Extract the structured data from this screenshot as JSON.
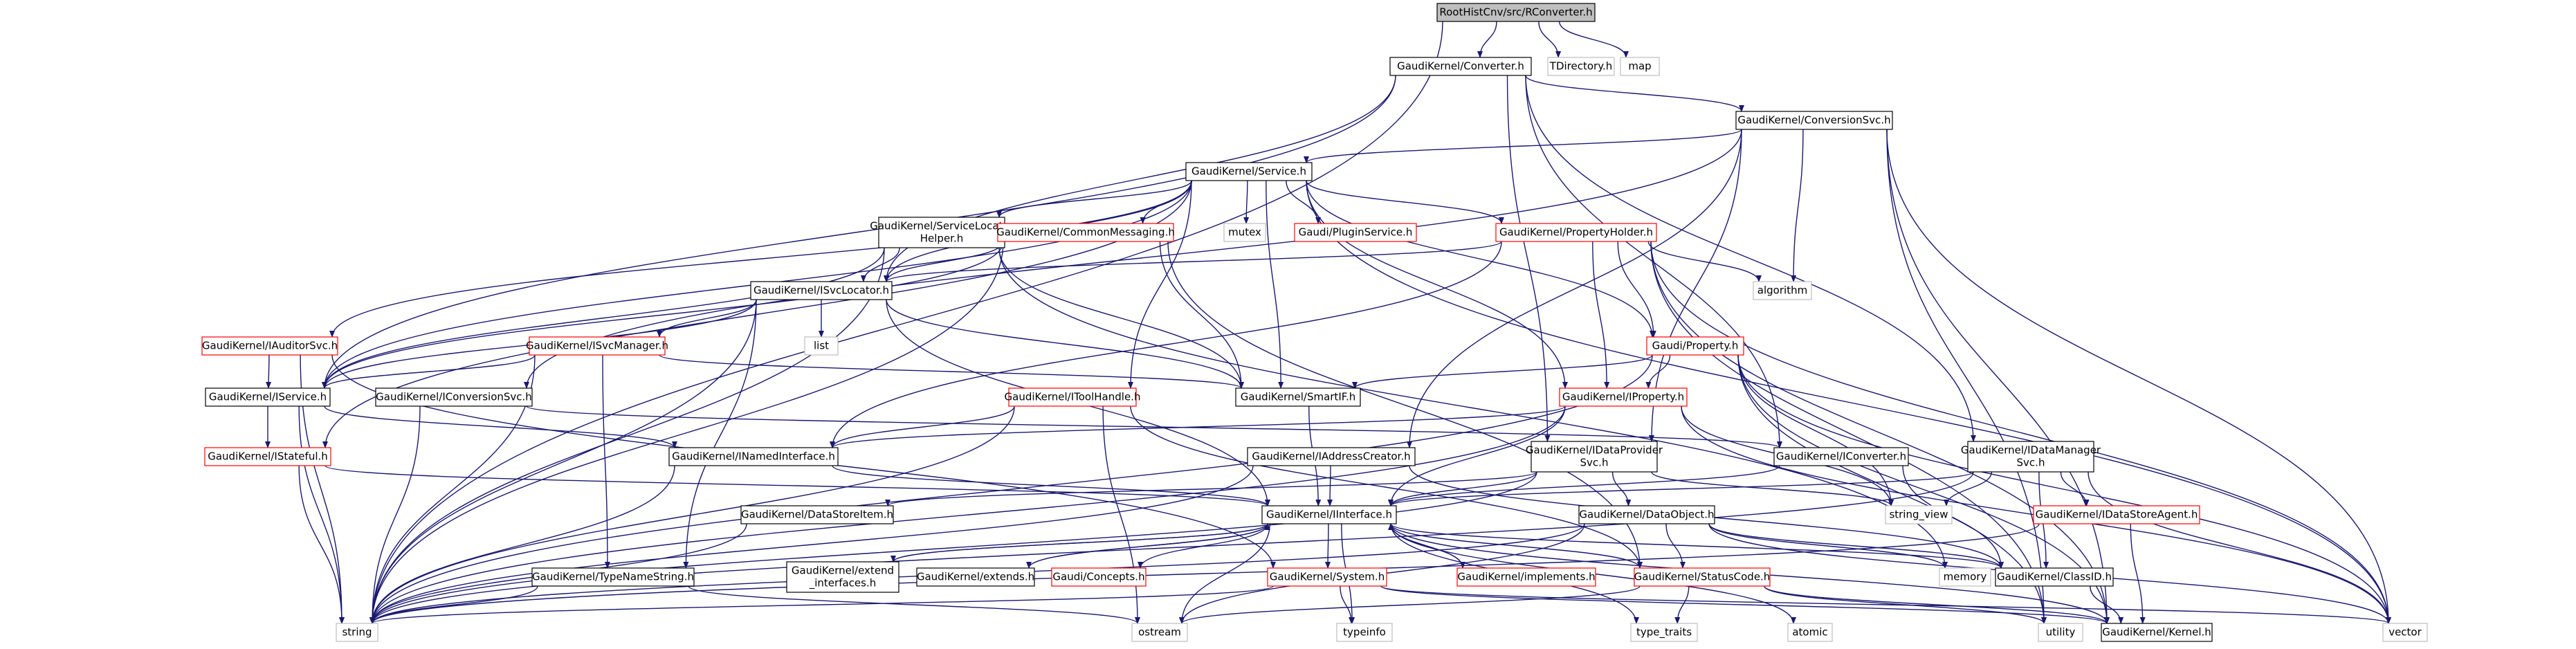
{
  "colors": {
    "edge": "#191970",
    "root_fill": "#bfbfbf",
    "node_fill": "#ffffff",
    "border_default": "#000000",
    "border_partial": "#ff0000",
    "border_external": "#bfbfbf",
    "text": "#000000"
  },
  "nodes": [
    {
      "id": "root",
      "label": "RootHistCnv/src/RConverter.h",
      "kind": "root"
    },
    {
      "id": "converter",
      "label": "GaudiKernel/Converter.h",
      "kind": "normal"
    },
    {
      "id": "tdirectory",
      "label": "TDirectory.h",
      "kind": "external"
    },
    {
      "id": "map",
      "label": "map",
      "kind": "external"
    },
    {
      "id": "conversionsvc",
      "label": "GaudiKernel/ConversionSvc.h",
      "kind": "normal"
    },
    {
      "id": "service",
      "label": "GaudiKernel/Service.h",
      "kind": "normal"
    },
    {
      "id": "servicelocatorhelper",
      "label": "GaudiKernel/ServiceLocator\nHelper.h",
      "kind": "normal"
    },
    {
      "id": "commonmessaging",
      "label": "GaudiKernel/CommonMessaging.h",
      "kind": "partial"
    },
    {
      "id": "mutex",
      "label": "mutex",
      "kind": "external"
    },
    {
      "id": "pluginservice",
      "label": "Gaudi/PluginService.h",
      "kind": "partial"
    },
    {
      "id": "propertyholder",
      "label": "GaudiKernel/PropertyHolder.h",
      "kind": "partial"
    },
    {
      "id": "algorithm",
      "label": "algorithm",
      "kind": "external"
    },
    {
      "id": "isvclocator",
      "label": "GaudiKernel/ISvcLocator.h",
      "kind": "normal"
    },
    {
      "id": "list",
      "label": "list",
      "kind": "external"
    },
    {
      "id": "iauditorsvc",
      "label": "GaudiKernel/IAuditorSvc.h",
      "kind": "partial"
    },
    {
      "id": "isvcmanager",
      "label": "GaudiKernel/ISvcManager.h",
      "kind": "partial"
    },
    {
      "id": "gaudiproperty",
      "label": "Gaudi/Property.h",
      "kind": "partial"
    },
    {
      "id": "iservice",
      "label": "GaudiKernel/IService.h",
      "kind": "normal"
    },
    {
      "id": "iconversionsvc",
      "label": "GaudiKernel/IConversionSvc.h",
      "kind": "normal"
    },
    {
      "id": "itoolhandle",
      "label": "GaudiKernel/IToolHandle.h",
      "kind": "partial"
    },
    {
      "id": "smartif",
      "label": "GaudiKernel/SmartIF.h",
      "kind": "normal"
    },
    {
      "id": "iproperty",
      "label": "GaudiKernel/IProperty.h",
      "kind": "partial"
    },
    {
      "id": "istateful",
      "label": "GaudiKernel/IStateful.h",
      "kind": "partial"
    },
    {
      "id": "inamedinterface",
      "label": "GaudiKernel/INamedInterface.h",
      "kind": "normal"
    },
    {
      "id": "iaddresscreator",
      "label": "GaudiKernel/IAddressCreator.h",
      "kind": "normal"
    },
    {
      "id": "idataprovidersvc",
      "label": "GaudiKernel/IDataProvider\nSvc.h",
      "kind": "normal"
    },
    {
      "id": "iconverter",
      "label": "GaudiKernel/IConverter.h",
      "kind": "normal"
    },
    {
      "id": "idatamanagersvc",
      "label": "GaudiKernel/IDataManager\nSvc.h",
      "kind": "normal"
    },
    {
      "id": "datastoreitem",
      "label": "GaudiKernel/DataStoreItem.h",
      "kind": "normal"
    },
    {
      "id": "iinterface",
      "label": "GaudiKernel/IInterface.h",
      "kind": "normal"
    },
    {
      "id": "dataobject",
      "label": "GaudiKernel/DataObject.h",
      "kind": "normal"
    },
    {
      "id": "string_view",
      "label": "string_view",
      "kind": "external"
    },
    {
      "id": "idatastoreagent",
      "label": "GaudiKernel/IDataStoreAgent.h",
      "kind": "partial"
    },
    {
      "id": "typenamestring",
      "label": "GaudiKernel/TypeNameString.h",
      "kind": "normal"
    },
    {
      "id": "extend_interfaces",
      "label": "GaudiKernel/extend\n_interfaces.h",
      "kind": "normal"
    },
    {
      "id": "extends",
      "label": "GaudiKernel/extends.h",
      "kind": "normal"
    },
    {
      "id": "concepts",
      "label": "Gaudi/Concepts.h",
      "kind": "partial"
    },
    {
      "id": "system",
      "label": "GaudiKernel/System.h",
      "kind": "partial"
    },
    {
      "id": "implements",
      "label": "GaudiKernel/implements.h",
      "kind": "partial"
    },
    {
      "id": "statuscode",
      "label": "GaudiKernel/StatusCode.h",
      "kind": "partial"
    },
    {
      "id": "memory",
      "label": "memory",
      "kind": "external"
    },
    {
      "id": "classid",
      "label": "GaudiKernel/ClassID.h",
      "kind": "normal"
    },
    {
      "id": "string",
      "label": "string",
      "kind": "external"
    },
    {
      "id": "ostream",
      "label": "ostream",
      "kind": "external"
    },
    {
      "id": "typeinfo",
      "label": "typeinfo",
      "kind": "external"
    },
    {
      "id": "type_traits",
      "label": "type_traits",
      "kind": "external"
    },
    {
      "id": "atomic",
      "label": "atomic",
      "kind": "external"
    },
    {
      "id": "utility",
      "label": "utility",
      "kind": "external"
    },
    {
      "id": "kernel",
      "label": "GaudiKernel/Kernel.h",
      "kind": "normal"
    },
    {
      "id": "vector",
      "label": "vector",
      "kind": "external"
    }
  ],
  "edges": [
    [
      "root",
      "converter"
    ],
    [
      "root",
      "tdirectory"
    ],
    [
      "root",
      "map"
    ],
    [
      "root",
      "string"
    ],
    [
      "converter",
      "conversionsvc"
    ],
    [
      "converter",
      "isvclocator"
    ],
    [
      "converter",
      "iservice"
    ],
    [
      "converter",
      "idataprovidersvc"
    ],
    [
      "converter",
      "iconverter"
    ],
    [
      "converter",
      "idatamanagersvc"
    ],
    [
      "conversionsvc",
      "service"
    ],
    [
      "conversionsvc",
      "iaddresscreator"
    ],
    [
      "conversionsvc",
      "idataprovidersvc"
    ],
    [
      "conversionsvc",
      "iconversionsvc"
    ],
    [
      "conversionsvc",
      "algorithm"
    ],
    [
      "conversionsvc",
      "utility"
    ],
    [
      "conversionsvc",
      "kernel"
    ],
    [
      "conversionsvc",
      "vector"
    ],
    [
      "service",
      "servicelocatorhelper"
    ],
    [
      "service",
      "commonmessaging"
    ],
    [
      "service",
      "mutex"
    ],
    [
      "service",
      "pluginservice"
    ],
    [
      "service",
      "propertyholder"
    ],
    [
      "service",
      "gaudiproperty"
    ],
    [
      "service",
      "iauditorsvc"
    ],
    [
      "service",
      "isvclocator"
    ],
    [
      "service",
      "iservice"
    ],
    [
      "service",
      "istateful"
    ],
    [
      "service",
      "smartif"
    ],
    [
      "service",
      "iproperty"
    ],
    [
      "service",
      "itoolhandle"
    ],
    [
      "service",
      "vector"
    ],
    [
      "servicelocatorhelper",
      "isvclocator"
    ],
    [
      "servicelocatorhelper",
      "iservice"
    ],
    [
      "servicelocatorhelper",
      "smartif"
    ],
    [
      "servicelocatorhelper",
      "string"
    ],
    [
      "servicelocatorhelper",
      "memory"
    ],
    [
      "commonmessaging",
      "isvclocator"
    ],
    [
      "commonmessaging",
      "smartif"
    ],
    [
      "commonmessaging",
      "iservice"
    ],
    [
      "commonmessaging",
      "string"
    ],
    [
      "commonmessaging",
      "statuscode"
    ],
    [
      "propertyholder",
      "isvclocator"
    ],
    [
      "propertyholder",
      "inamedinterface"
    ],
    [
      "propertyholder",
      "iproperty"
    ],
    [
      "propertyholder",
      "gaudiproperty"
    ],
    [
      "propertyholder",
      "algorithm"
    ],
    [
      "propertyholder",
      "utility"
    ],
    [
      "propertyholder",
      "kernel"
    ],
    [
      "propertyholder",
      "vector"
    ],
    [
      "isvclocator",
      "list"
    ],
    [
      "isvclocator",
      "isvcmanager"
    ],
    [
      "isvclocator",
      "iservice"
    ],
    [
      "isvclocator",
      "smartif"
    ],
    [
      "isvclocator",
      "iinterface"
    ],
    [
      "isvclocator",
      "typenamestring"
    ],
    [
      "isvclocator",
      "string"
    ],
    [
      "iauditorsvc",
      "iservice"
    ],
    [
      "iauditorsvc",
      "string"
    ],
    [
      "iauditorsvc",
      "system"
    ],
    [
      "isvcmanager",
      "iservice"
    ],
    [
      "isvcmanager",
      "smartif"
    ],
    [
      "isvcmanager",
      "typenamestring"
    ],
    [
      "isvcmanager",
      "string"
    ],
    [
      "gaudiproperty",
      "iproperty"
    ],
    [
      "gaudiproperty",
      "smartif"
    ],
    [
      "gaudiproperty",
      "string_view"
    ],
    [
      "gaudiproperty",
      "string"
    ],
    [
      "gaudiproperty",
      "utility"
    ],
    [
      "gaudiproperty",
      "vector"
    ],
    [
      "gaudiproperty",
      "kernel"
    ],
    [
      "iservice",
      "istateful"
    ],
    [
      "iservice",
      "inamedinterface"
    ],
    [
      "iservice",
      "string"
    ],
    [
      "iconversionsvc",
      "iconverter"
    ],
    [
      "iconversionsvc",
      "string"
    ],
    [
      "itoolhandle",
      "inamedinterface"
    ],
    [
      "itoolhandle",
      "statuscode"
    ],
    [
      "itoolhandle",
      "string"
    ],
    [
      "itoolhandle",
      "ostream"
    ],
    [
      "smartif",
      "iinterface"
    ],
    [
      "iproperty",
      "inamedinterface"
    ],
    [
      "iproperty",
      "iinterface"
    ],
    [
      "iproperty",
      "string_view"
    ],
    [
      "iproperty",
      "vector"
    ],
    [
      "iproperty",
      "string"
    ],
    [
      "istateful",
      "iinterface"
    ],
    [
      "istateful",
      "string"
    ],
    [
      "inamedinterface",
      "iinterface"
    ],
    [
      "inamedinterface",
      "string"
    ],
    [
      "iaddresscreator",
      "iinterface"
    ],
    [
      "iaddresscreator",
      "classid"
    ],
    [
      "iaddresscreator",
      "string"
    ],
    [
      "idataprovidersvc",
      "iinterface"
    ],
    [
      "idataprovidersvc",
      "datastoreitem"
    ],
    [
      "idataprovidersvc",
      "dataobject"
    ],
    [
      "idataprovidersvc",
      "string_view"
    ],
    [
      "idataprovidersvc",
      "string"
    ],
    [
      "iconverter",
      "iinterface"
    ],
    [
      "iconverter",
      "classid"
    ],
    [
      "idatamanagersvc",
      "iinterface"
    ],
    [
      "idatamanagersvc",
      "idatastoreagent"
    ],
    [
      "idatamanagersvc",
      "classid"
    ],
    [
      "idatamanagersvc",
      "string_view"
    ],
    [
      "idatamanagersvc",
      "string"
    ],
    [
      "idatamanagersvc",
      "vector"
    ],
    [
      "datastoreitem",
      "string"
    ],
    [
      "iinterface",
      "extend_interfaces"
    ],
    [
      "iinterface",
      "extends"
    ],
    [
      "iinterface",
      "concepts"
    ],
    [
      "iinterface",
      "system"
    ],
    [
      "iinterface",
      "implements"
    ],
    [
      "iinterface",
      "statuscode"
    ],
    [
      "iinterface",
      "kernel"
    ],
    [
      "iinterface",
      "ostream"
    ],
    [
      "iinterface",
      "typeinfo"
    ],
    [
      "iinterface",
      "type_traits"
    ],
    [
      "iinterface",
      "atomic"
    ],
    [
      "iinterface",
      "classid"
    ],
    [
      "dataobject",
      "classid"
    ],
    [
      "dataobject",
      "statuscode"
    ],
    [
      "dataobject",
      "memory"
    ],
    [
      "dataobject",
      "string"
    ],
    [
      "dataobject",
      "vector"
    ],
    [
      "dataobject",
      "ostream"
    ],
    [
      "idatastoreagent",
      "kernel"
    ],
    [
      "idatastoreagent",
      "string"
    ],
    [
      "typenamestring",
      "string"
    ],
    [
      "typenamestring",
      "ostream"
    ],
    [
      "extend_interfaces",
      "iinterface"
    ],
    [
      "extends",
      "iinterface"
    ],
    [
      "implements",
      "iinterface"
    ],
    [
      "system",
      "kernel"
    ],
    [
      "system",
      "string"
    ],
    [
      "system",
      "typeinfo"
    ],
    [
      "system",
      "vector"
    ],
    [
      "statuscode",
      "ostream"
    ],
    [
      "statuscode",
      "type_traits"
    ],
    [
      "statuscode",
      "utility"
    ],
    [
      "statuscode",
      "kernel"
    ],
    [
      "classid",
      "kernel"
    ]
  ]
}
